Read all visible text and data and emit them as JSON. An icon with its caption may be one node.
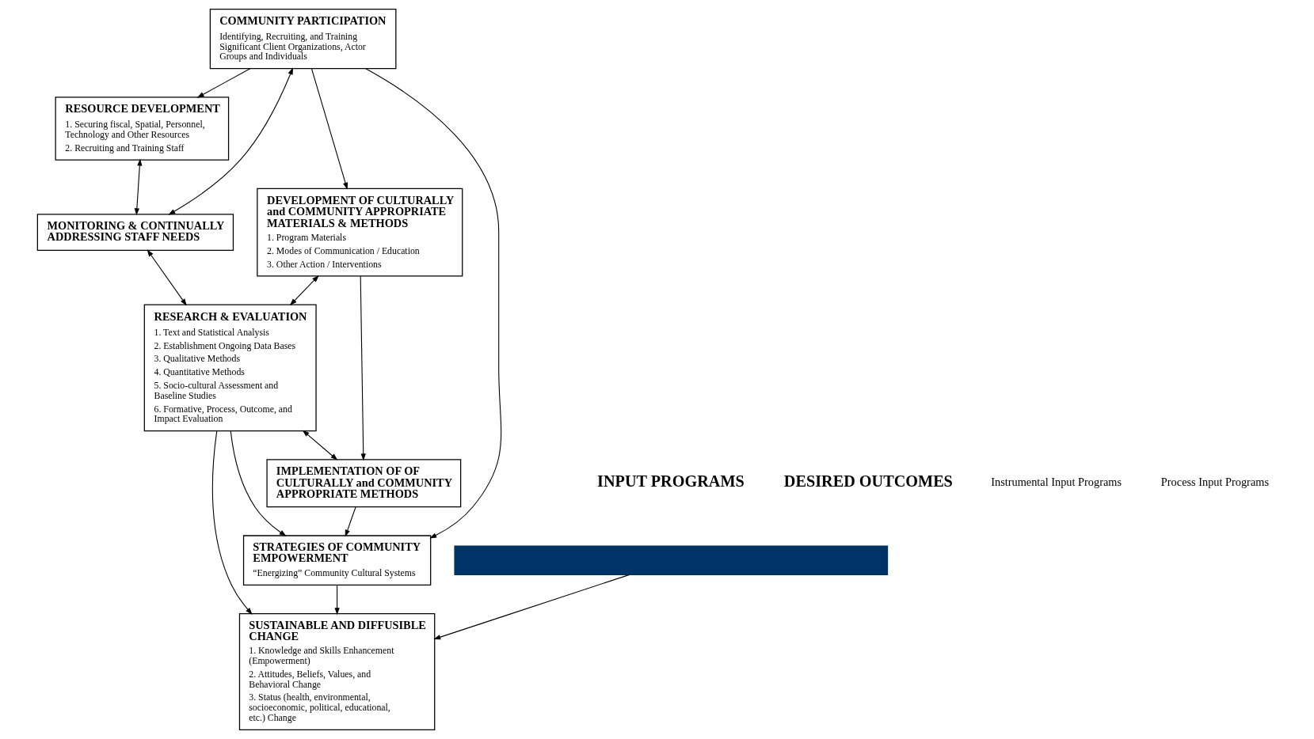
{
  "diagram": {
    "nodes": [
      {
        "text": [],
        "shape": "bar"
      },
      {
        "text": [
          "RESOURCE DEVELOPMENT",
          "1. Securing fiscal, Spatial, Personnel, Technology and Other Resources",
          "2. Recruiting and Training Staff"
        ]
      },
      {
        "text": [
          "MONITORING & CONTINUALLY ADDRESSING STAFF NEEDS"
        ]
      },
      {
        "text": [
          "SUSTAINABLE AND DIFFUSIBLE CHANGE",
          "1. Knowledge and Skills Enhancement (Empowerment)",
          "2. Attitudes, Beliefs, Values, and Behavioral Change",
          "3. Status (health, environmental, socioeconomic, political, educational, etc.) Change"
        ]
      },
      {
        "text": [
          "COMMUNITY PARTICIPATION",
          "Identifying, Recruiting, and Training Significant Client Organizations, Actor Groups and Individuals"
        ]
      },
      {
        "text": [
          "RESEARCH & EVALUATION",
          "1. Text and Statistical Analysis",
          "2. Establishment Ongoing Data Bases",
          "3. Qualitative Methods",
          "4. Quantitative Methods",
          "5. Socio-cultural Assessment and Baseline Studies",
          "6. Formative, Process, Outcome, and Impact Evaluation"
        ]
      },
      {
        "text": [
          "STRATEGIES OF COMMUNITY EMPOWERMENT",
          "“Energizing” Community Cultural Systems"
        ]
      },
      {
        "text": [
          "DEVELOPMENT OF CULTURALLY and COMMUNITY APPROPRIATE MATERIALS & METHODS",
          "1. Program Materials",
          "2. Modes of Communication / Education",
          "3. Other Action / Interventions"
        ]
      },
      {
        "text": [
          "IMPLEMENTATION OF OF CULTURALLY and COMMUNITY APPROPRIATE METHODS"
        ]
      }
    ],
    "edges": [
      {
        "from": 0,
        "to": 3,
        "arrow": "to"
      },
      {
        "from": 1,
        "to": 2,
        "arrow": "both"
      },
      {
        "from": 4,
        "to": 1,
        "arrow": "to"
      },
      {
        "from": 4,
        "to": 2,
        "arrow": "both"
      },
      {
        "from": 2,
        "to": 5,
        "arrow": "both"
      },
      {
        "from": 5,
        "to": 3,
        "arrow": "to"
      },
      {
        "from": 5,
        "to": 6,
        "arrow": "to"
      },
      {
        "from": 4,
        "to": 7,
        "arrow": "to"
      },
      {
        "from": 4,
        "to": 6,
        "arrow": "to"
      },
      {
        "from": 7,
        "to": 5,
        "arrow": "both"
      },
      {
        "from": 5,
        "to": 8,
        "arrow": "both"
      },
      {
        "from": 7,
        "to": 8,
        "arrow": "to"
      },
      {
        "from": 8,
        "to": 6,
        "arrow": "to"
      },
      {
        "from": 6,
        "to": 3,
        "arrow": "to"
      }
    ],
    "labels": [
      "INPUT PROGRAMS",
      "DESIRED OUTCOMES",
      "Instrumental Input Programs",
      "Process Input Programs"
    ]
  }
}
